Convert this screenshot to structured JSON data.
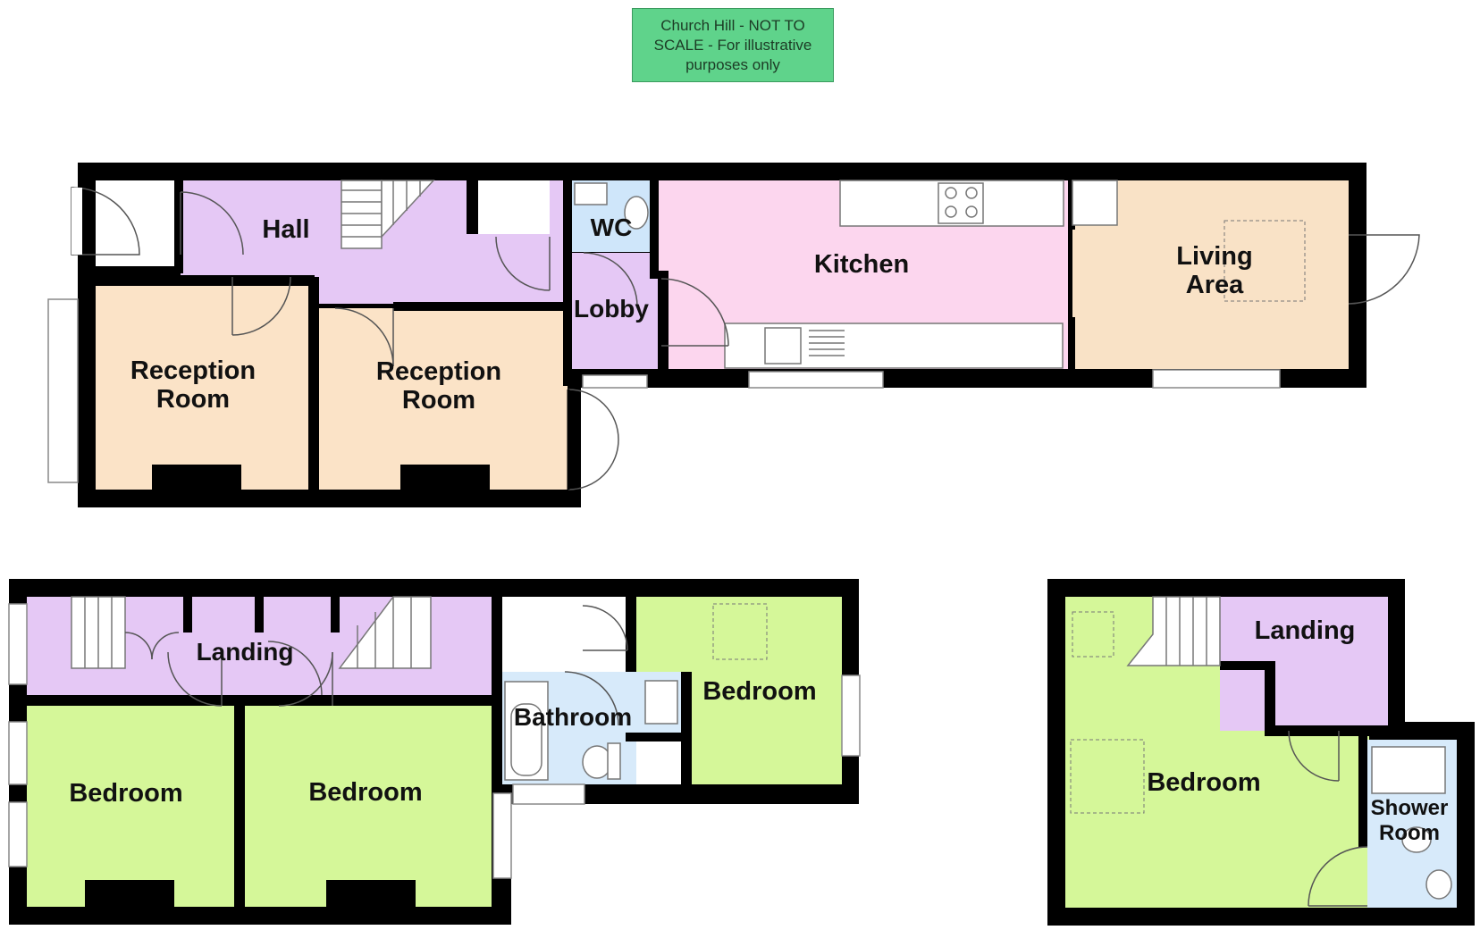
{
  "disclaimer": "Church Hill - NOT TO SCALE - For illustrative purposes only",
  "colors": {
    "wall": "#000000",
    "hall": "#e5c8f5",
    "reception": "#fbe3c7",
    "kitchen": "#fcd6ee",
    "living": "#f9e2c6",
    "wc": "#cfe6fa",
    "bedroom": "#d5f799",
    "bathroom": "#d7eafa",
    "white": "#ffffff"
  },
  "ground_floor": {
    "hall": "Hall",
    "wc": "WC",
    "kitchen": "Kitchen",
    "living_area": [
      "Living",
      "Area"
    ],
    "lobby": "Lobby",
    "reception_room_1": [
      "Reception",
      "Room"
    ],
    "reception_room_2": [
      "Reception",
      "Room"
    ]
  },
  "first_floor": {
    "landing": "Landing",
    "bathroom": "Bathroom",
    "bedroom_rear": "Bedroom",
    "bedroom_1": "Bedroom",
    "bedroom_2": "Bedroom"
  },
  "second_floor": {
    "landing": "Landing",
    "bedroom": "Bedroom",
    "shower_room": [
      "Shower",
      "Room"
    ]
  }
}
